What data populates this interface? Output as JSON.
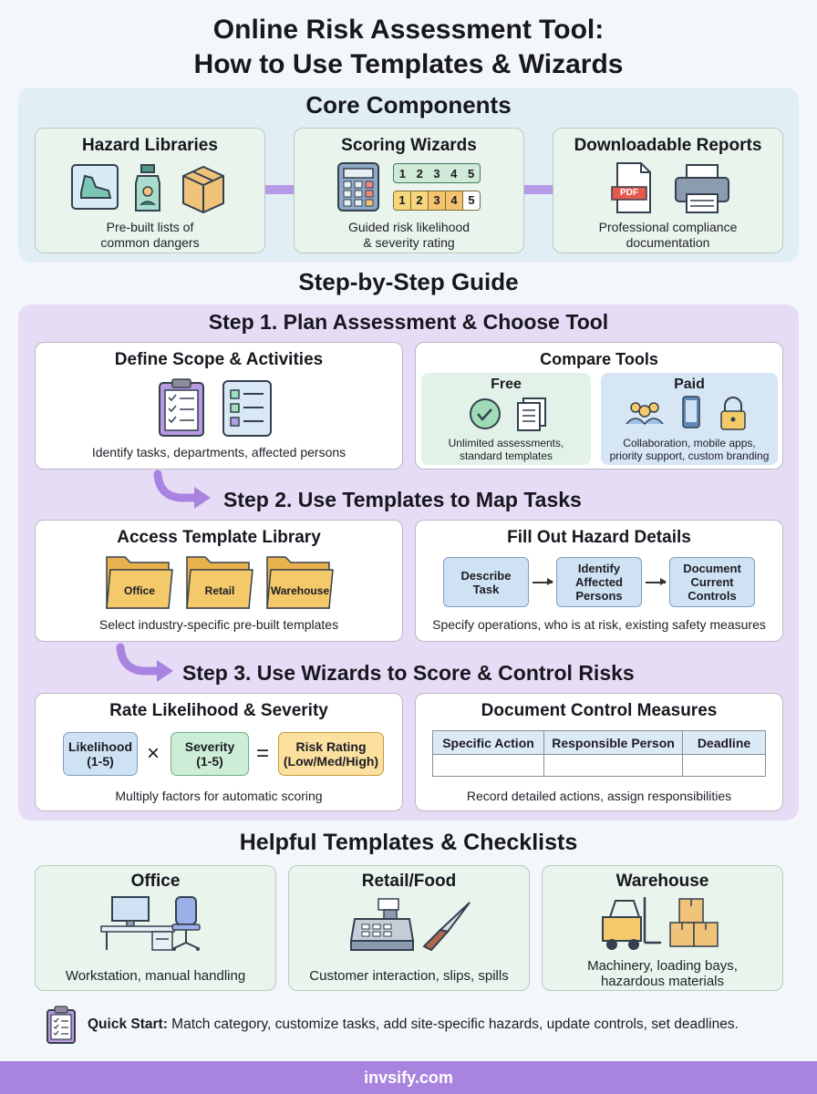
{
  "title": {
    "line1": "Online Risk Assessment Tool:",
    "line2": "How to Use Templates & Wizards"
  },
  "core": {
    "heading": "Core Components",
    "cards": [
      {
        "title": "Hazard Libraries",
        "desc1": "Pre-built lists of",
        "desc2": "common dangers"
      },
      {
        "title": "Scoring Wizards",
        "desc1": "Guided risk likelihood",
        "desc2": "& severity rating",
        "scale": [
          "1",
          "2",
          "3",
          "4",
          "5"
        ]
      },
      {
        "title": "Downloadable Reports",
        "desc1": "Professional compliance",
        "desc2": "documentation",
        "pdf_label": "PDF"
      }
    ]
  },
  "guide": {
    "heading": "Step-by-Step Guide",
    "step1": {
      "heading": "Step 1. Plan Assessment & Choose Tool",
      "scope": {
        "title": "Define Scope & Activities",
        "desc": "Identify tasks, departments, affected persons"
      },
      "compare": {
        "title": "Compare Tools",
        "free": {
          "title": "Free",
          "desc1": "Unlimited assessments,",
          "desc2": "standard templates"
        },
        "paid": {
          "title": "Paid",
          "desc1": "Collaboration, mobile apps,",
          "desc2": "priority support, custom branding"
        }
      }
    },
    "step2": {
      "heading": "Step 2. Use Templates to Map Tasks",
      "library": {
        "title": "Access Template Library",
        "folders": [
          "Office",
          "Retail",
          "Warehouse"
        ],
        "desc": "Select industry-specific pre-built templates"
      },
      "details": {
        "title": "Fill Out Hazard Details",
        "flow": [
          {
            "l1": "Describe",
            "l2": "Task",
            "l3": ""
          },
          {
            "l1": "Identify",
            "l2": "Affected",
            "l3": "Persons"
          },
          {
            "l1": "Document",
            "l2": "Current",
            "l3": "Controls"
          }
        ],
        "desc": "Specify operations, who is at risk, existing safety measures"
      }
    },
    "step3": {
      "heading": "Step 3. Use Wizards to Score & Control Risks",
      "rate": {
        "title": "Rate Likelihood & Severity",
        "likelihood": {
          "l1": "Likelihood",
          "l2": "(1-5)"
        },
        "severity": {
          "l1": "Severity",
          "l2": "(1-5)"
        },
        "rating": {
          "l1": "Risk Rating",
          "l2": "(Low/Med/High)"
        },
        "times": "×",
        "equals": "=",
        "desc": "Multiply factors for automatic scoring"
      },
      "controls": {
        "title": "Document Control Measures",
        "columns": [
          "Specific Action",
          "Responsible Person",
          "Deadline"
        ],
        "desc": "Record detailed actions, assign responsibilities"
      }
    }
  },
  "templates": {
    "heading": "Helpful Templates & Checklists",
    "cards": [
      {
        "title": "Office",
        "desc1": "Workstation, manual handling",
        "desc2": ""
      },
      {
        "title": "Retail/Food",
        "desc1": "Customer interaction, slips, spills",
        "desc2": ""
      },
      {
        "title": "Warehouse",
        "desc1": "Machinery, loading bays,",
        "desc2": "hazardous materials"
      }
    ]
  },
  "quick_start": {
    "label": "Quick Start:",
    "text": " Match category, customize tasks, add site-specific hazards, update controls, set deadlines."
  },
  "footer": "invsify.com",
  "colors": {
    "core_bg": "#e2eef5",
    "guide_bg": "#e7dcf5",
    "card_green": "#e8f4ec",
    "accent_purple": "#a884e0",
    "folder_yellow": "#f3c96a"
  }
}
